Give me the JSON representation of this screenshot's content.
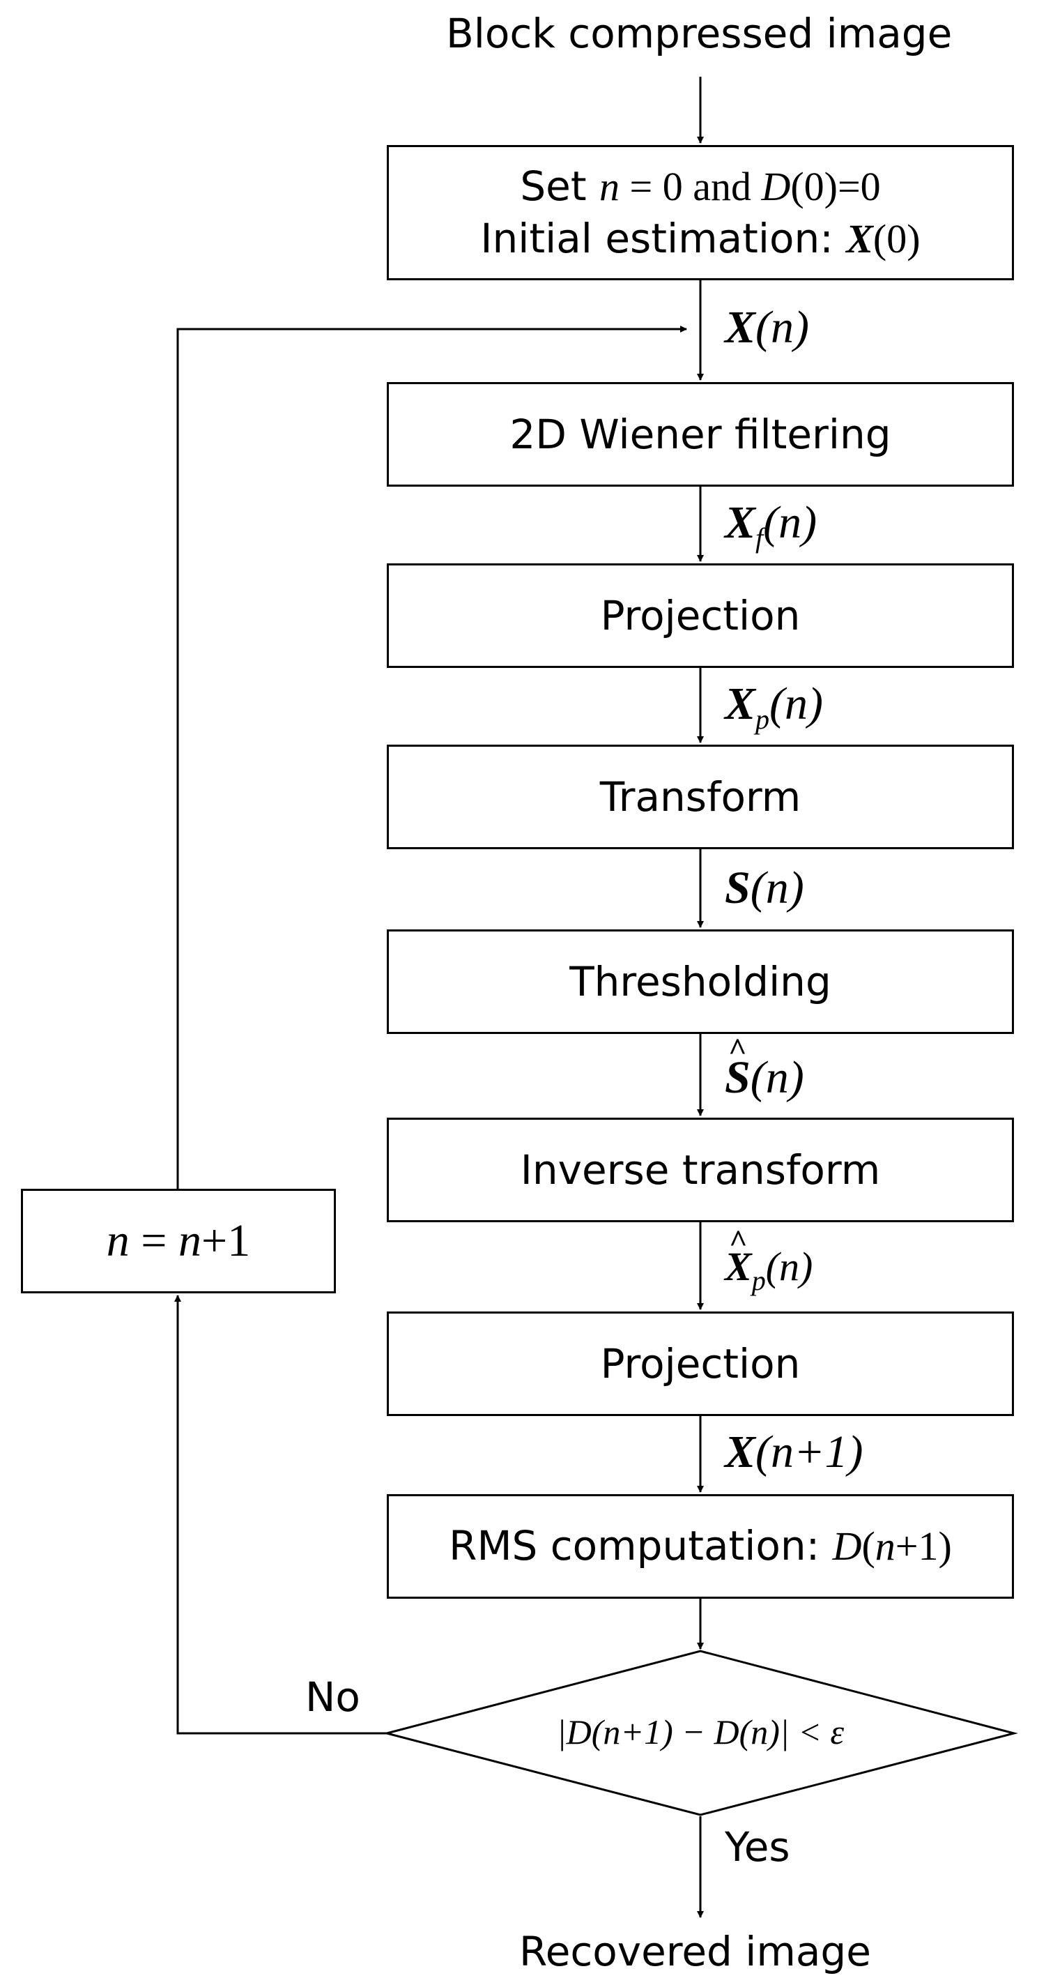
{
  "start_label": "Block compressed image",
  "end_label": "Recovered image",
  "init": {
    "line1_a": "Set ",
    "line1_n": "n",
    "line1_b": " = 0 and ",
    "line1_d": "D",
    "line1_c": "(0)=0",
    "line2_a": "Initial estimation: ",
    "line2_x": "X",
    "line2_b": "(0)"
  },
  "steps": {
    "wiener": "2D Wiener filtering",
    "projection1": "Projection",
    "transform": "Transform",
    "threshold": "Thresholding",
    "inverse": "Inverse transform",
    "projection2": "Projection",
    "rms_a": "RMS computation: ",
    "rms_d": "D",
    "rms_b": "(",
    "rms_n": "n",
    "rms_c": "+1)"
  },
  "vars": {
    "xn_sym": "X",
    "xn_arg": "(n)",
    "xf_sym": "X",
    "xf_sub": "f",
    "xf_arg": "(n)",
    "xp_sym": "X",
    "xp_sub": "p",
    "xp_arg": "(n)",
    "s_sym": "S",
    "s_arg": "(n)",
    "sh_sym": "S",
    "sh_arg": "(n)",
    "xph_sym": "X",
    "xph_sub": "p",
    "xph_arg": "(n)",
    "xn1_sym": "X",
    "xn1_arg": "(n+1)"
  },
  "decision": {
    "condition": "|D(n+1) − D(n)| < ε",
    "no_label": "No",
    "yes_label": "Yes"
  },
  "increment": {
    "n1": "n",
    "eq": " = ",
    "n2": "n",
    "plus": "+1"
  }
}
